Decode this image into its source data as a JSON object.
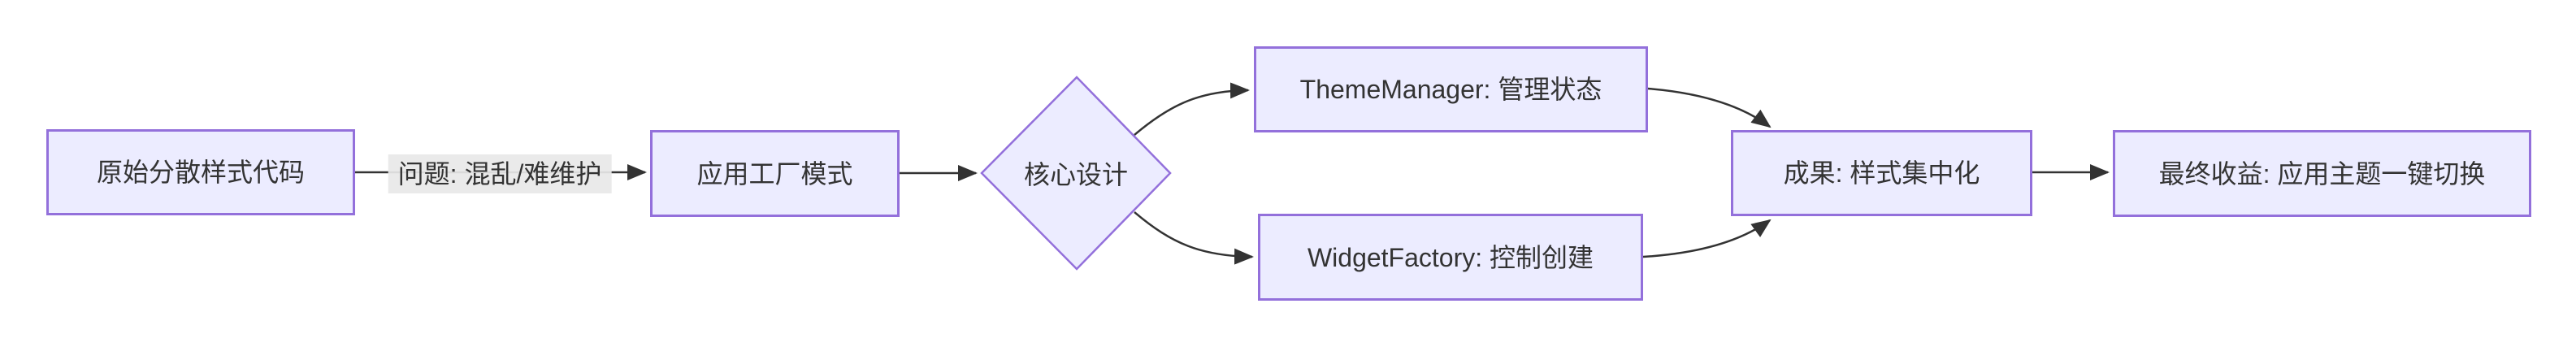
{
  "diagram": {
    "type": "flowchart",
    "direction": "left-to-right",
    "colors": {
      "node_fill": "#ECECFF",
      "node_border": "#9370DB",
      "edge_color": "#333333",
      "text_color": "#333333",
      "edge_label_bg": "#e8e8e8",
      "background": "#ffffff"
    },
    "nodes": [
      {
        "id": "A",
        "shape": "rect",
        "label": "原始分散样式代码"
      },
      {
        "id": "B",
        "shape": "rect",
        "label": "应用工厂模式"
      },
      {
        "id": "C",
        "shape": "diamond",
        "label": "核心设计"
      },
      {
        "id": "D",
        "shape": "rect",
        "label": "ThemeManager: 管理状态"
      },
      {
        "id": "E",
        "shape": "rect",
        "label": "WidgetFactory: 控制创建"
      },
      {
        "id": "F",
        "shape": "rect",
        "label": "成果: 样式集中化"
      },
      {
        "id": "G",
        "shape": "rect",
        "label": "最终收益: 应用主题一键切换"
      }
    ],
    "edges": [
      {
        "from": "A",
        "to": "B",
        "label": "问题: 混乱/难维护"
      },
      {
        "from": "B",
        "to": "C",
        "label": ""
      },
      {
        "from": "C",
        "to": "D",
        "label": ""
      },
      {
        "from": "C",
        "to": "E",
        "label": ""
      },
      {
        "from": "D",
        "to": "F",
        "label": ""
      },
      {
        "from": "E",
        "to": "F",
        "label": ""
      },
      {
        "from": "F",
        "to": "G",
        "label": ""
      }
    ]
  }
}
